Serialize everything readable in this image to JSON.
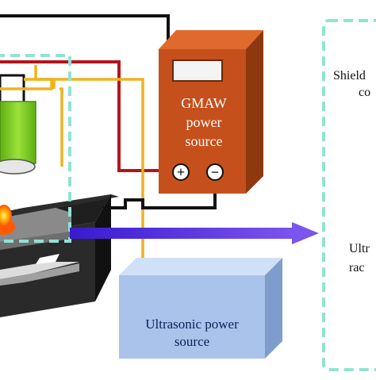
{
  "gmaw": {
    "line1": "GMAW",
    "line2": "power",
    "line3": "source",
    "plus_symbol": "+",
    "minus_symbol": "−"
  },
  "ultrasonic": {
    "line1": "Ultrasonic power",
    "line2": "source"
  },
  "right_panel": {
    "line1": "Shield",
    "line2": "co",
    "line3": "Ultr",
    "line4": "rac"
  },
  "colors": {
    "gmaw_case": "#c5501c",
    "gmaw_side": "#8f3810",
    "ultrasonic_case": "#a9c3ea",
    "ultrasonic_side": "#7f9dcc",
    "dashed_frame": "#8fe3d3",
    "arrow": "#5a2ed8",
    "wire_red": "#b4151c",
    "wire_yellow": "#f0b21f",
    "wire_black": "#111111",
    "nozzle_green": "#7fd12a",
    "arc_orange": "#ff6a00"
  }
}
